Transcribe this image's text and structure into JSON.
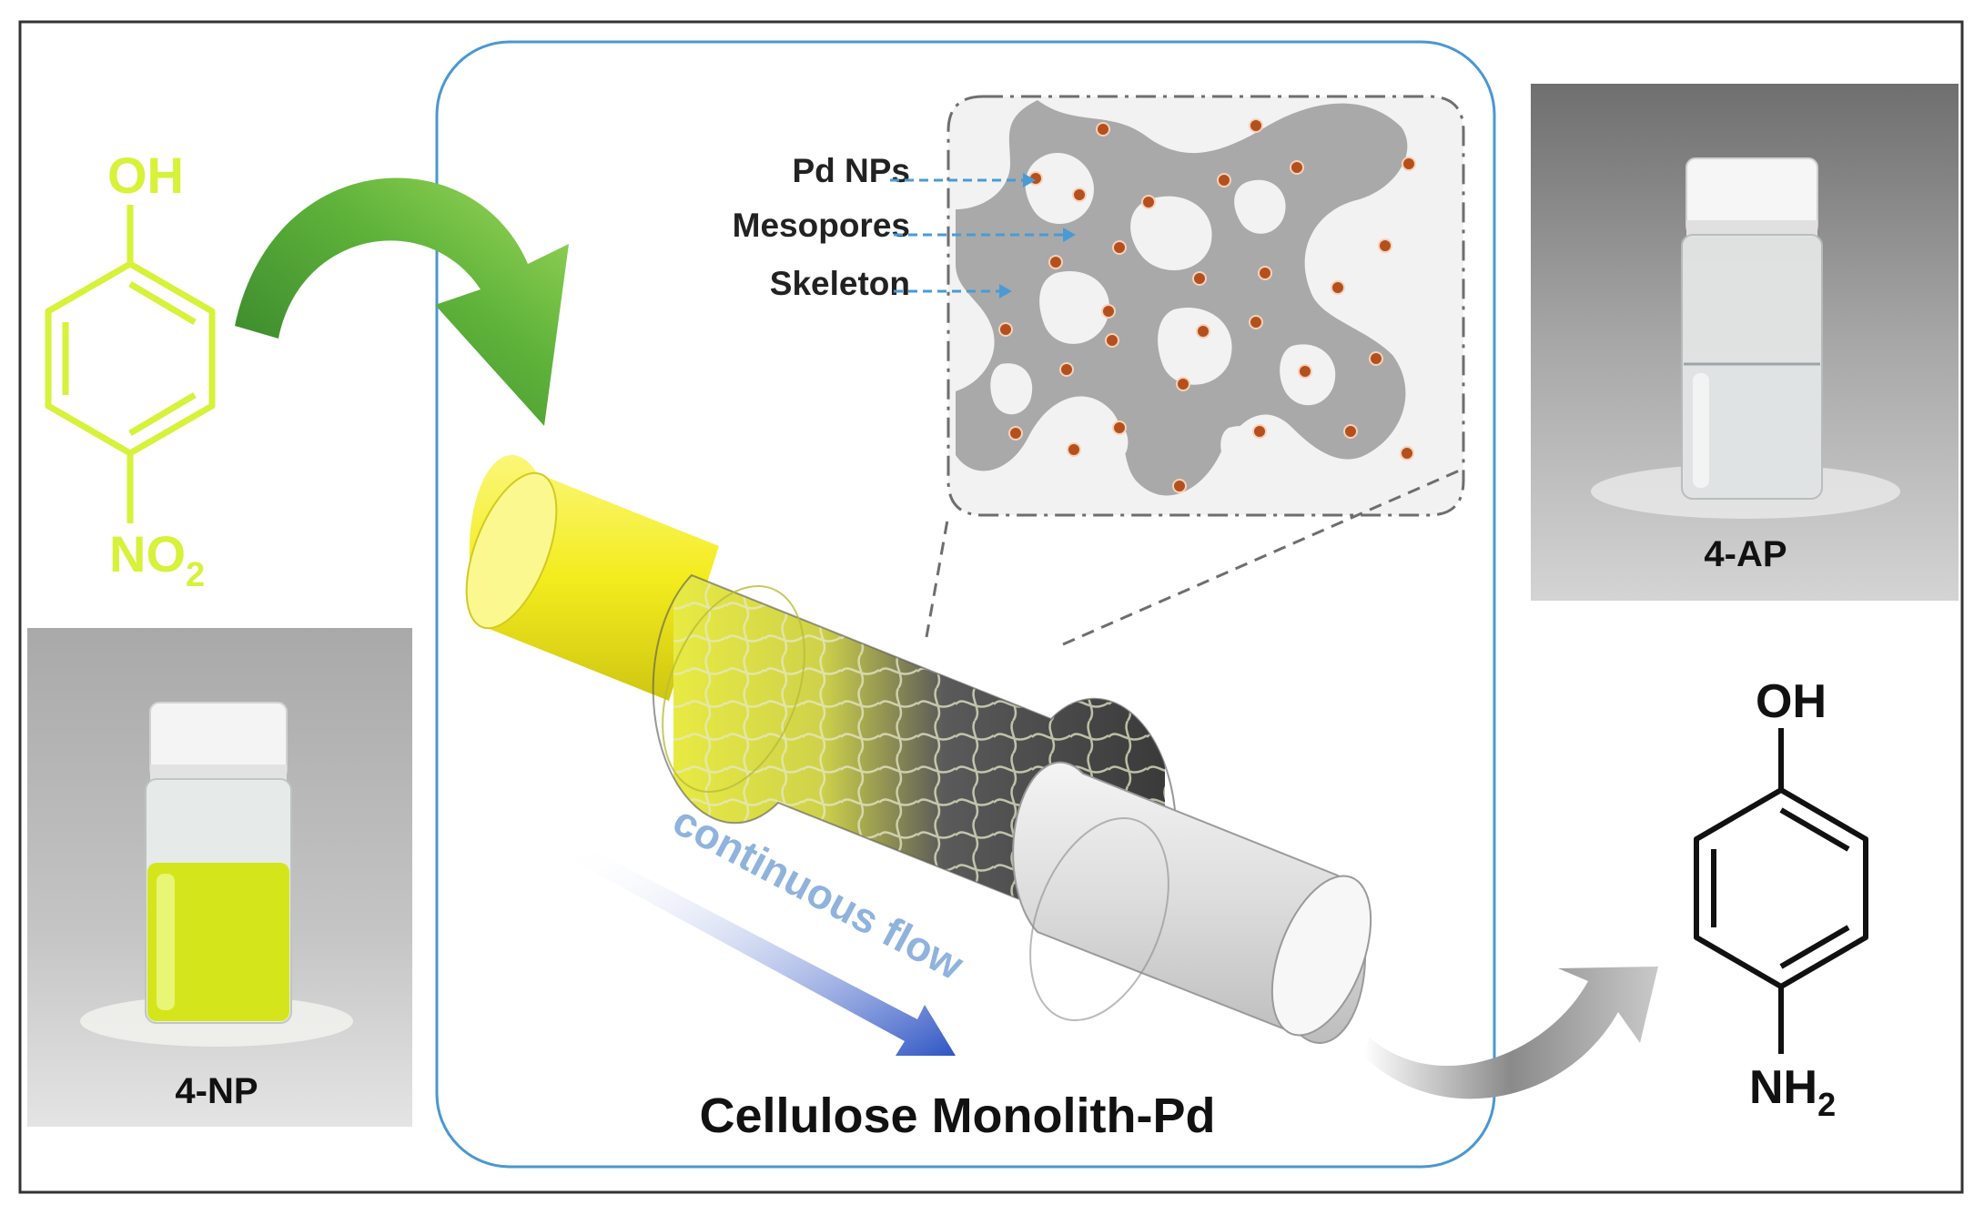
{
  "reactant": {
    "substituent_top": "OH",
    "substituent_bottom": "NO",
    "substituent_bottom_sub": "2",
    "color": "#d6f23a"
  },
  "product": {
    "substituent_top": "OH",
    "substituent_bottom": "NH",
    "substituent_bottom_sub": "2",
    "color": "#111111"
  },
  "photo_left": {
    "label": "4-NP",
    "liquid_color": "#d4e51c"
  },
  "photo_right": {
    "label": "4-AP"
  },
  "inset": {
    "labels": [
      "Pd NPs",
      "Mesopores",
      "Skeleton"
    ],
    "particle_color": "#b4501e",
    "arrow_color": "#4a9bd4"
  },
  "monolith": {
    "title": "Cellulose Monolith-Pd",
    "flow_text": "continuous flow",
    "frame_color": "#4a97d2",
    "tube_color": "#f5f02a"
  }
}
